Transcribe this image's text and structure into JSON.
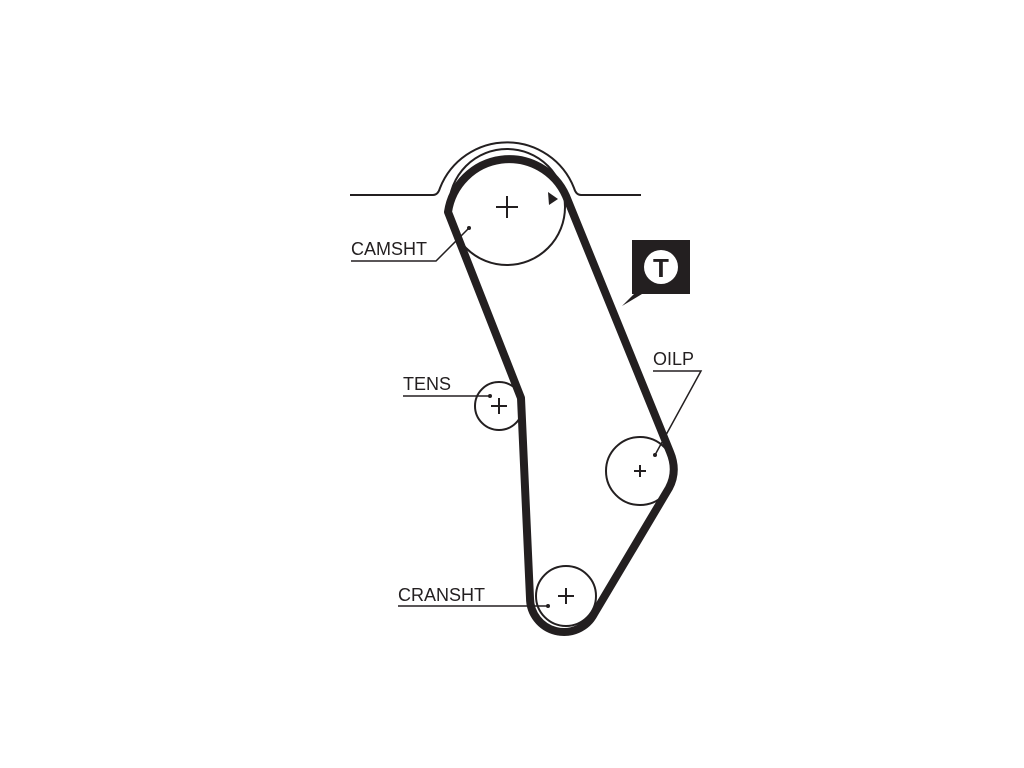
{
  "labels": {
    "camshaft": "CAMSHT",
    "tensioner": "TENS",
    "oil_pump": "OILP",
    "crankshaft": "CRANSHT"
  },
  "badge": {
    "letter": "T"
  },
  "colors": {
    "ink": "#231f20",
    "background": "#ffffff"
  }
}
